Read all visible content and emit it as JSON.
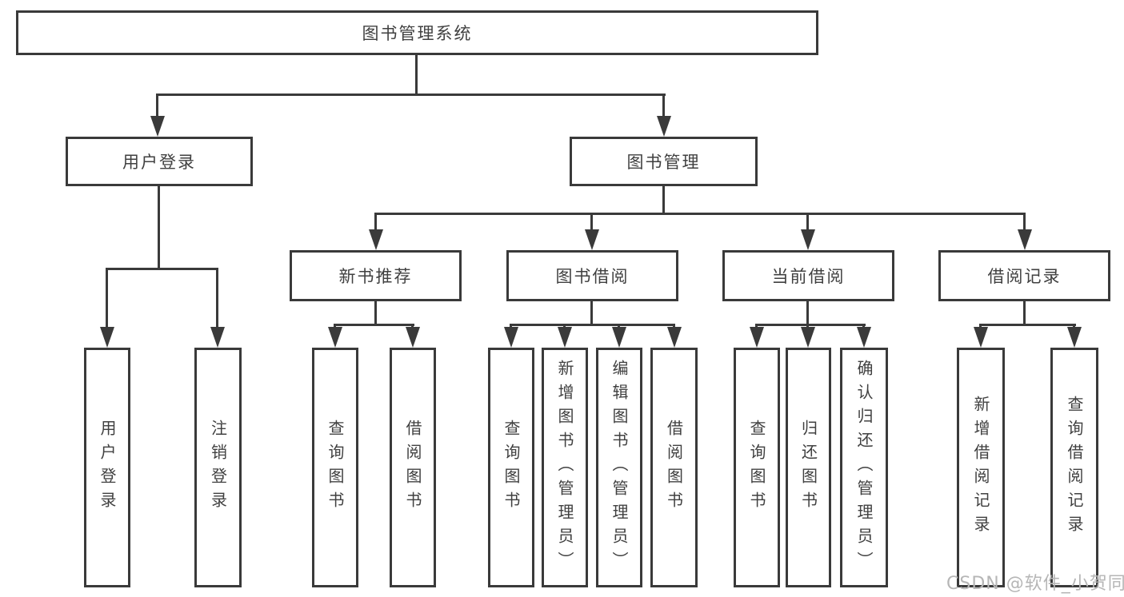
{
  "diagram_title": "图书管理系统",
  "tree": {
    "root": {
      "label": "图书管理系统"
    },
    "branches": [
      {
        "label": "用户登录",
        "children": [
          {
            "label": "用户登录"
          },
          {
            "label": "注销登录"
          }
        ]
      },
      {
        "label": "图书管理",
        "children": [
          {
            "label": "新书推荐",
            "children": [
              {
                "label": "查询图书"
              },
              {
                "label": "借阅图书"
              }
            ]
          },
          {
            "label": "图书借阅",
            "children": [
              {
                "label": "查询图书"
              },
              {
                "label": "新增图书（管理员）"
              },
              {
                "label": "编辑图书（管理员）"
              },
              {
                "label": "借阅图书"
              }
            ]
          },
          {
            "label": "当前借阅",
            "children": [
              {
                "label": "查询图书"
              },
              {
                "label": "归还图书"
              },
              {
                "label": "确认归还（管理员）"
              }
            ]
          },
          {
            "label": "借阅记录",
            "children": [
              {
                "label": "新增借阅记录"
              },
              {
                "label": "查询借阅记录"
              }
            ]
          }
        ]
      }
    ]
  },
  "watermark": {
    "text": "CSDN @软件_小贺同学"
  },
  "colors": {
    "line": "#3a3a3a",
    "text": "#404040",
    "watermark": "#b6b6b6",
    "background": "#ffffff"
  }
}
